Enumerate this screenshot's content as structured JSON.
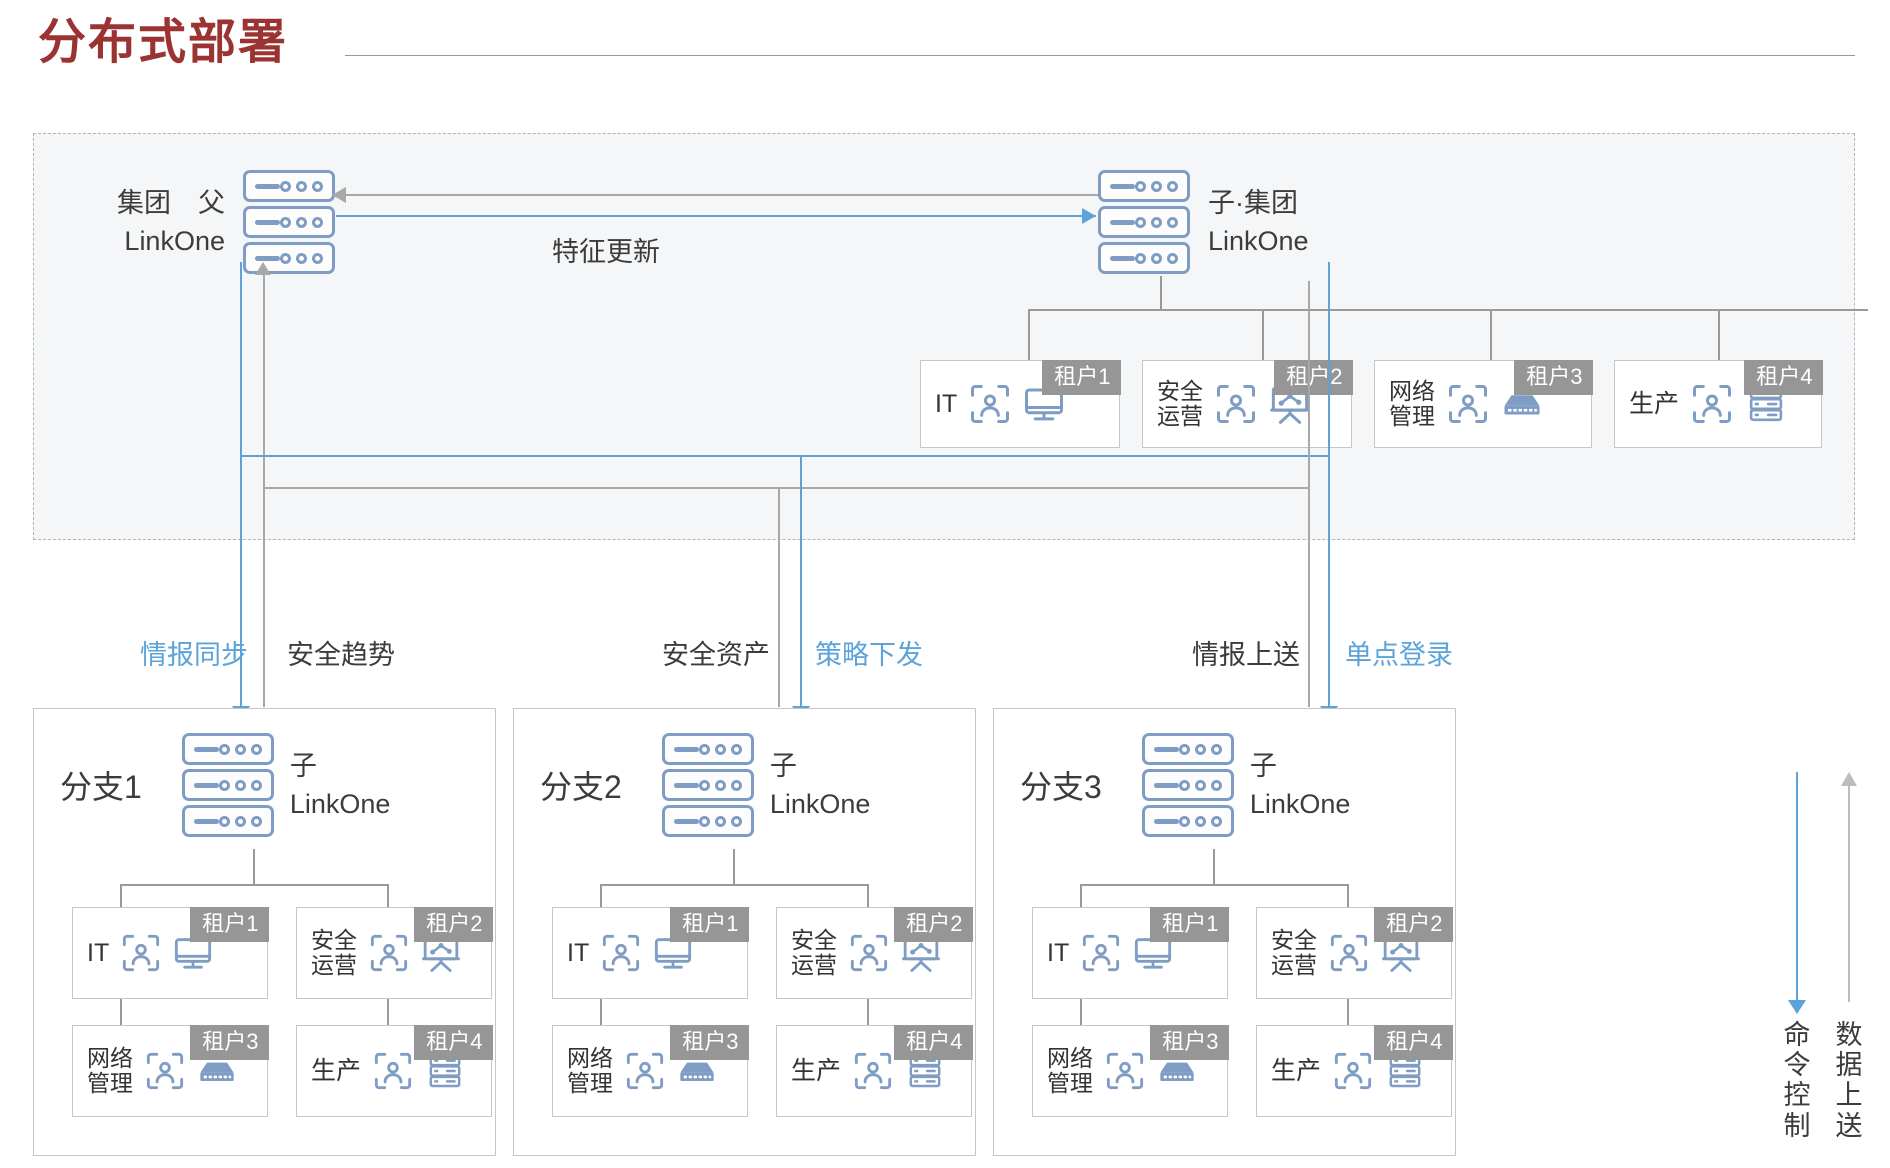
{
  "page": {
    "title": "分布式部署"
  },
  "group_panel": {
    "parent_node": {
      "label_line1": "集团　父",
      "label_line2": "LinkOne",
      "icon": "server-stack-icon"
    },
    "subgroup_node": {
      "label_line1": "子·集团",
      "label_line2": "LinkOne",
      "icon": "server-stack-icon"
    },
    "feature_update_label": "特征更新",
    "tenants": [
      {
        "tag": "租户1",
        "name": "IT",
        "name_lines": [
          "IT"
        ],
        "device_icon": "desktop-monitor-icon",
        "user_icon": "user-frame-icon"
      },
      {
        "tag": "租户2",
        "name": "安全运营",
        "name_lines": [
          "安全",
          "运营"
        ],
        "device_icon": "analytics-board-icon",
        "user_icon": "user-frame-icon"
      },
      {
        "tag": "租户3",
        "name": "网络管理",
        "name_lines": [
          "网络",
          "管理"
        ],
        "device_icon": "network-switch-icon",
        "user_icon": "user-frame-icon"
      },
      {
        "tag": "租户4",
        "name": "生产",
        "name_lines": [
          "生产"
        ],
        "device_icon": "server-rack-icon",
        "user_icon": "user-frame-icon"
      }
    ]
  },
  "flows": [
    {
      "label": "情报同步",
      "color": "#5ba3d9",
      "style": "blue"
    },
    {
      "label": "安全趋势",
      "color": "#3c3c3c",
      "style": "dark"
    },
    {
      "label": "安全资产",
      "color": "#3c3c3c",
      "style": "dark"
    },
    {
      "label": "策略下发",
      "color": "#5ba3d9",
      "style": "blue"
    },
    {
      "label": "情报上送",
      "color": "#3c3c3c",
      "style": "dark"
    },
    {
      "label": "单点登录",
      "color": "#5ba3d9",
      "style": "blue"
    }
  ],
  "branches": [
    {
      "title": "分支1",
      "node_line1": "子",
      "node_line2": "LinkOne",
      "tenants": [
        {
          "tag": "租户1",
          "name_lines": [
            "IT"
          ],
          "device_icon": "desktop-monitor-icon",
          "user_icon": "user-frame-icon"
        },
        {
          "tag": "租户2",
          "name_lines": [
            "安全",
            "运营"
          ],
          "device_icon": "analytics-board-icon",
          "user_icon": "user-frame-icon"
        },
        {
          "tag": "租户3",
          "name_lines": [
            "网络",
            "管理"
          ],
          "device_icon": "network-switch-icon",
          "user_icon": "user-frame-icon"
        },
        {
          "tag": "租户4",
          "name_lines": [
            "生产"
          ],
          "device_icon": "server-rack-icon",
          "user_icon": "user-frame-icon"
        }
      ]
    },
    {
      "title": "分支2",
      "node_line1": "子",
      "node_line2": "LinkOne",
      "tenants": [
        {
          "tag": "租户1",
          "name_lines": [
            "IT"
          ],
          "device_icon": "desktop-monitor-icon",
          "user_icon": "user-frame-icon"
        },
        {
          "tag": "租户2",
          "name_lines": [
            "安全",
            "运营"
          ],
          "device_icon": "analytics-board-icon",
          "user_icon": "user-frame-icon"
        },
        {
          "tag": "租户3",
          "name_lines": [
            "网络",
            "管理"
          ],
          "device_icon": "network-switch-icon",
          "user_icon": "user-frame-icon"
        },
        {
          "tag": "租户4",
          "name_lines": [
            "生产"
          ],
          "device_icon": "server-rack-icon",
          "user_icon": "user-frame-icon"
        }
      ]
    },
    {
      "title": "分支3",
      "node_line1": "子",
      "node_line2": "LinkOne",
      "tenants": [
        {
          "tag": "租户1",
          "name_lines": [
            "IT"
          ],
          "device_icon": "desktop-monitor-icon",
          "user_icon": "user-frame-icon"
        },
        {
          "tag": "租户2",
          "name_lines": [
            "安全",
            "运营"
          ],
          "device_icon": "analytics-board-icon",
          "user_icon": "user-frame-icon"
        },
        {
          "tag": "租户3",
          "name_lines": [
            "网络",
            "管理"
          ],
          "device_icon": "network-switch-icon",
          "user_icon": "user-frame-icon"
        },
        {
          "tag": "租户4",
          "name_lines": [
            "生产"
          ],
          "device_icon": "server-rack-icon",
          "user_icon": "user-frame-icon"
        }
      ]
    }
  ],
  "side_arrows": [
    {
      "label": "命令控制",
      "direction": "down",
      "color": "#5ba3d9"
    },
    {
      "label": "数据上送",
      "direction": "up",
      "color": "#bdbdbd"
    }
  ],
  "colors": {
    "title": "#9c3333",
    "accent_blue": "#5ba3d9",
    "icon_blue": "#7e9cc4",
    "tag_gray": "#969696",
    "line_gray": "#a8a8a8",
    "panel_bg": "#f4f6f8"
  }
}
